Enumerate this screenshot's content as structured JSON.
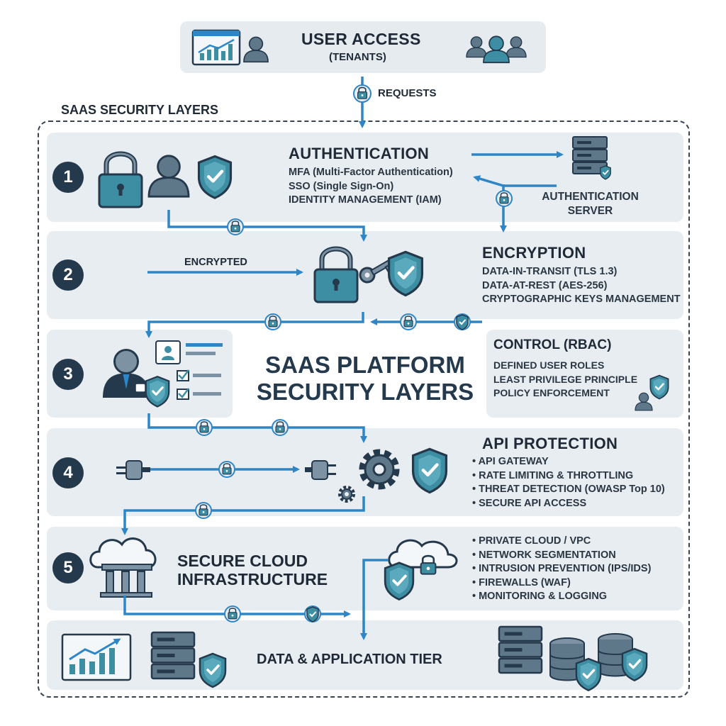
{
  "top": {
    "title": "USER ACCESS",
    "subtitle": "(TENANTS)",
    "requests": "REQUESTS"
  },
  "section_label": "SAAS SECURITY LAYERS",
  "center_title": [
    "SAAS PLATFORM",
    "SECURITY LAYERS"
  ],
  "layers": [
    {
      "num": "1",
      "title": "AUTHENTICATION",
      "items": [
        "MFA (Multi-Factor Authentication)",
        "SSO (Single Sign-On)",
        "IDENTITY MANAGEMENT (IAM)"
      ],
      "side": [
        "AUTHENTICATION",
        "SERVER"
      ]
    },
    {
      "num": "2",
      "title": "ENCRYPTION",
      "flow_label": "ENCRYPTED",
      "items": [
        "DATA-IN-TRANSIT (TLS 1.3)",
        "DATA-AT-REST (AES-256)",
        "CRYPTOGRAPHIC KEYS MANAGEMENT"
      ]
    },
    {
      "num": "3",
      "title": "CONTROL (RBAC)",
      "items": [
        "DEFINED USER ROLES",
        "LEAST PRIVILEGE PRINCIPLE",
        "POLICY ENFORCEMENT"
      ]
    },
    {
      "num": "4",
      "title": "API PROTECTION",
      "items": [
        "• API GATEWAY",
        "• RATE LIMITING & THROTTLING",
        "• THREAT DETECTION (OWASP Top 10)",
        "• SECURE API ACCESS"
      ]
    },
    {
      "num": "5",
      "title": [
        "SECURE CLOUD",
        "INFRASTRUCTURE"
      ],
      "items": [
        "• PRIVATE CLOUD / VPC",
        "• NETWORK SEGMENTATION",
        "• INTRUSION PREVENTION (IPS/IDS)",
        "• FIREWALLS (WAF)",
        "• MONITORING & LOGGING"
      ]
    }
  ],
  "bottom": {
    "title": "DATA & APPLICATION TIER"
  },
  "colors": {
    "accent": "#2f86c6",
    "teal": "#3d8ea3",
    "dark": "#25394c",
    "panel": "#e8edf1"
  }
}
